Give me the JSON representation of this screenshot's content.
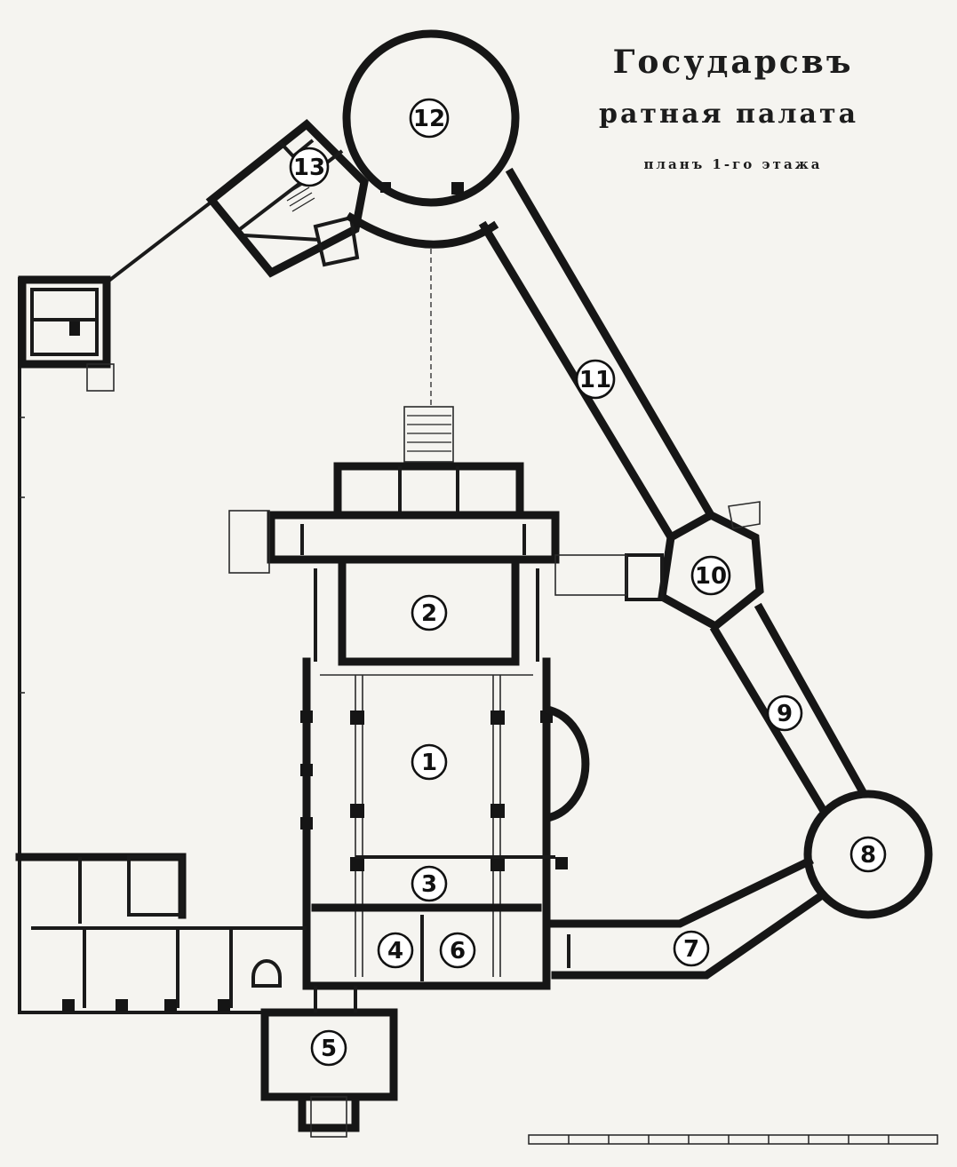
{
  "title": {
    "line1": "Государсвъ",
    "line2": "ратная палата",
    "subtitle": "планъ 1-го этажа"
  },
  "rooms": [
    {
      "id": "room-1",
      "label": "1"
    },
    {
      "id": "room-2",
      "label": "2"
    },
    {
      "id": "room-3",
      "label": "3"
    },
    {
      "id": "room-4",
      "label": "4"
    },
    {
      "id": "room-5",
      "label": "5"
    },
    {
      "id": "room-6",
      "label": "6"
    },
    {
      "id": "room-7",
      "label": "7"
    },
    {
      "id": "room-8",
      "label": "8"
    },
    {
      "id": "room-9",
      "label": "9"
    },
    {
      "id": "room-10",
      "label": "10"
    },
    {
      "id": "room-11",
      "label": "11"
    },
    {
      "id": "room-12",
      "label": "12"
    },
    {
      "id": "room-13",
      "label": "13"
    }
  ],
  "colors": {
    "paper": "#f5f4f0",
    "ink": "#161616"
  }
}
